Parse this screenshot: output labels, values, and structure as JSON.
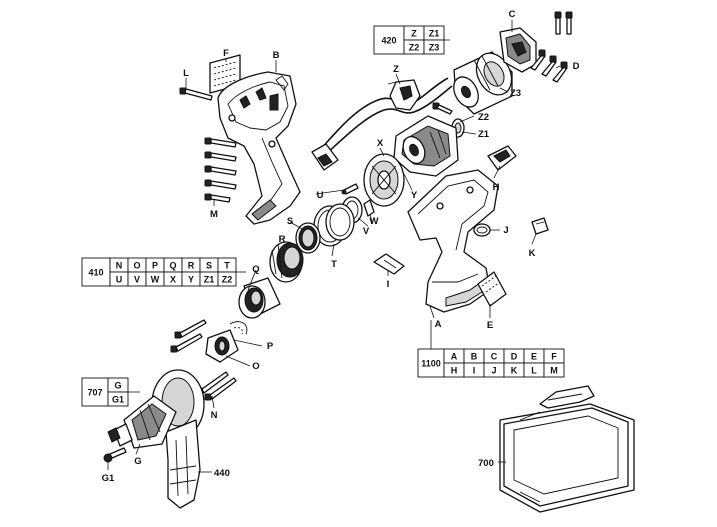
{
  "labels": {
    "A": "A",
    "B": "B",
    "C": "C",
    "D": "D",
    "E": "E",
    "F": "F",
    "G": "G",
    "G1": "G1",
    "H": "H",
    "I": "I",
    "J": "J",
    "K": "K",
    "L": "L",
    "M": "M",
    "N": "N",
    "O": "O",
    "P": "P",
    "Q": "Q",
    "R": "R",
    "S": "S",
    "T": "T",
    "U": "U",
    "V": "V",
    "W": "W",
    "X": "X",
    "Y": "Y",
    "Z": "Z",
    "Z1": "Z1",
    "Z2": "Z2",
    "Z3": "Z3",
    "n440": "440",
    "n700": "700"
  },
  "kits": [
    {
      "number": "420",
      "rows": [
        [
          "Z",
          "Z1"
        ],
        [
          "Z2",
          "Z3"
        ]
      ]
    },
    {
      "number": "410",
      "rows": [
        [
          "N",
          "O",
          "P",
          "Q",
          "R",
          "S",
          "T"
        ],
        [
          "U",
          "V",
          "W",
          "X",
          "Y",
          "Z1",
          "Z2"
        ]
      ]
    },
    {
      "number": "1100",
      "rows": [
        [
          "A",
          "B",
          "C",
          "D",
          "E",
          "F"
        ],
        [
          "H",
          "I",
          "J",
          "K",
          "L",
          "M"
        ]
      ]
    },
    {
      "number": "707",
      "rows": [
        [
          "G"
        ],
        [
          "G1"
        ]
      ]
    }
  ]
}
